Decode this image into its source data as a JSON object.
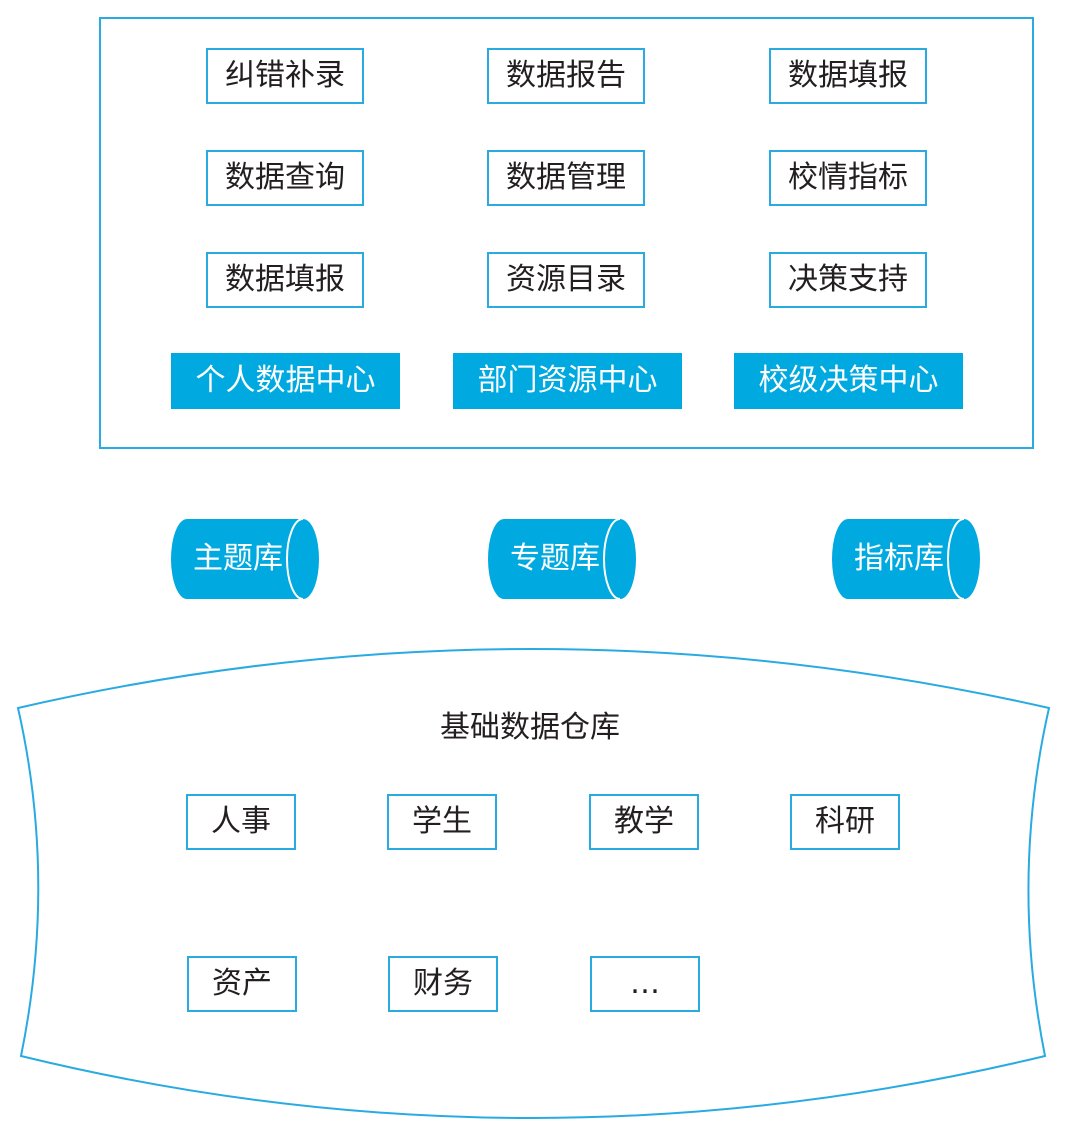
{
  "function_layer": {
    "boxes": [
      "纠错补录",
      "数据报告",
      "数据填报",
      "数据查询",
      "数据管理",
      "校情指标",
      "数据填报",
      "资源目录",
      "决策支持"
    ],
    "centers": [
      "个人数据中心",
      "部门资源中心",
      "校级决策中心"
    ]
  },
  "databases": [
    "主题库",
    "专题库",
    "指标库"
  ],
  "warehouse": {
    "title": "基础数据仓库",
    "sources": [
      "人事",
      "学生",
      "教学",
      "科研",
      "资产",
      "财务",
      "…"
    ]
  },
  "colors": {
    "accent": "#00a9e0",
    "border": "#29abe2",
    "text": "#231f20"
  }
}
